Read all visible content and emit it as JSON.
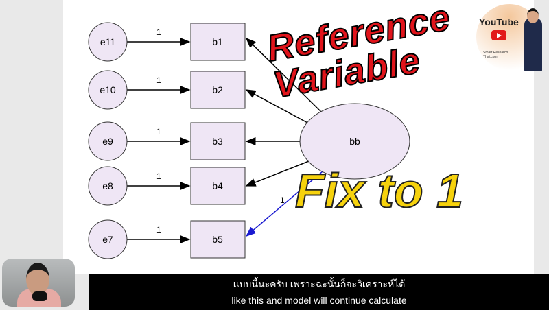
{
  "diagram": {
    "error_nodes": [
      "e11",
      "e10",
      "e9",
      "e8",
      "e7"
    ],
    "indicator_nodes": [
      "b1",
      "b2",
      "b3",
      "b4",
      "b5"
    ],
    "latent_node": "bb",
    "error_path_labels": [
      "1",
      "1",
      "1",
      "1",
      "1"
    ],
    "fixed_loading_label": "1",
    "colors": {
      "node_fill": "#efe6f5",
      "fixed_arrow": "#1a1ad0",
      "arrow": "#000000"
    }
  },
  "overlay": {
    "title": "Reference Variable",
    "subtitle": "Fix to 1",
    "title_color": "#e0141b",
    "subtitle_color": "#f6d20d"
  },
  "logo": {
    "youtube": "YouTube",
    "brand": "Smart Research Thai.com"
  },
  "subtitles": {
    "line1": "แบบนี้นะครับ เพราะฉะนั้นก็จะวิเคราะห์ได้",
    "line2": "like this and model will continue calculate"
  }
}
